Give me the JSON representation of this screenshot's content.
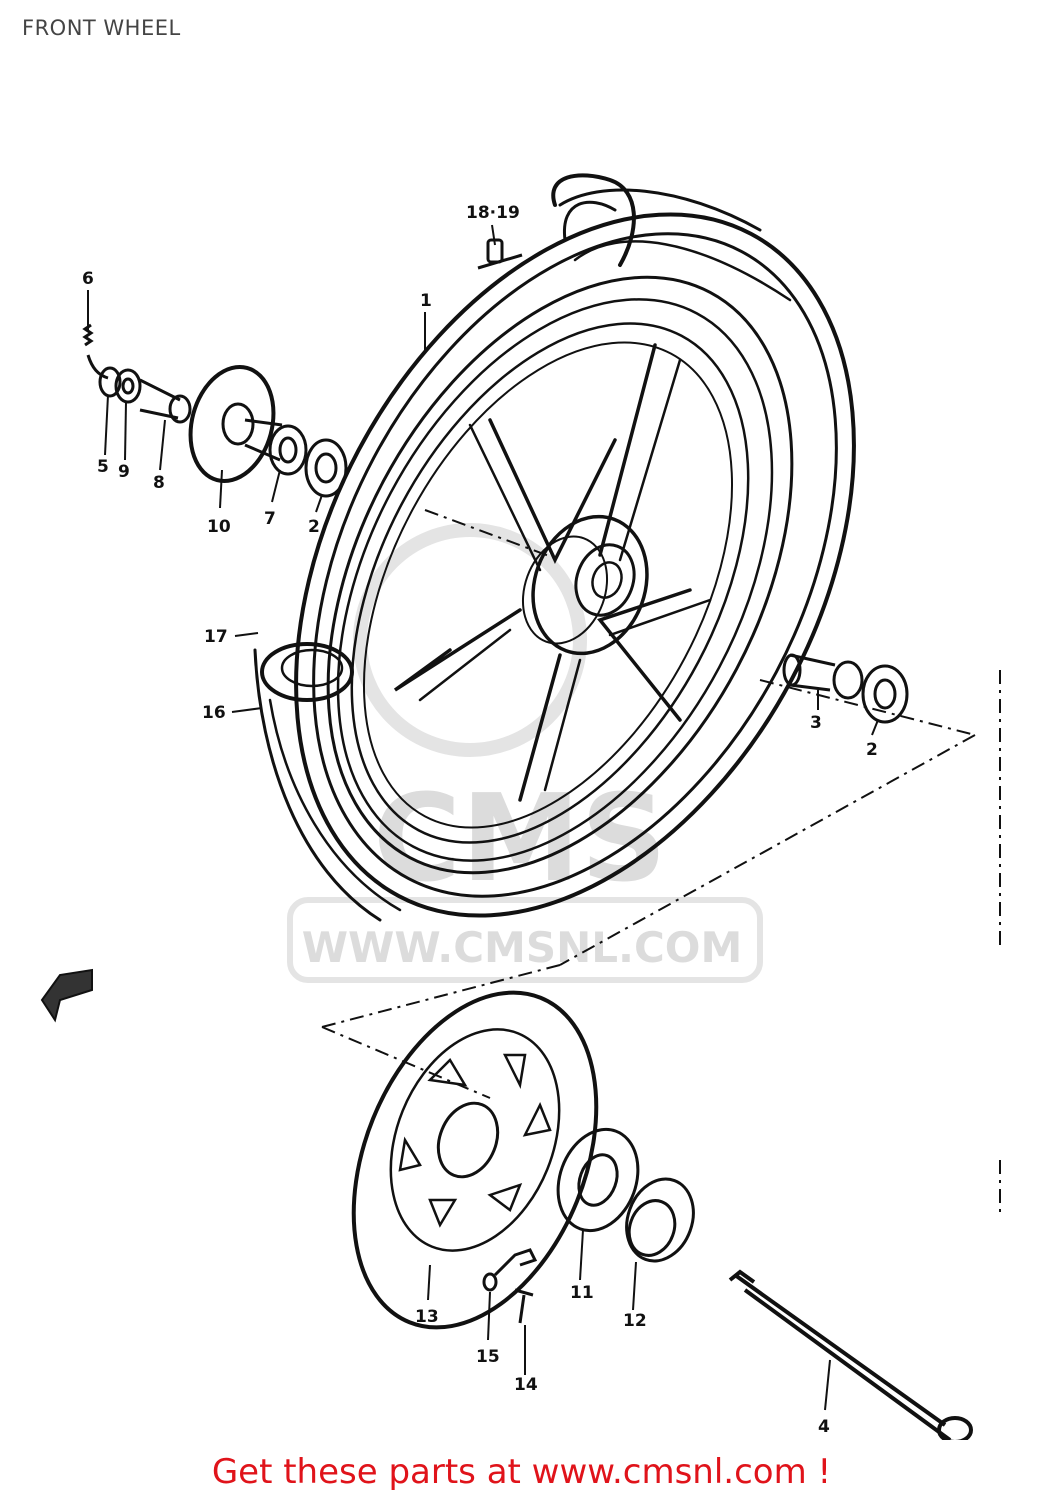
{
  "title": "FRONT WHEEL",
  "watermark": {
    "logo_text": "CMS",
    "url_text": "WWW.CMSNL.COM",
    "color": "#dcdcdc"
  },
  "callouts": {
    "p18_19": "18·19",
    "p6": "6",
    "p5": "5",
    "p9": "9",
    "p8": "8",
    "p10": "10",
    "p7": "7",
    "p2a": "2",
    "p17": "17",
    "p16": "16",
    "p1": "1",
    "p3": "3",
    "p2b": "2",
    "p13": "13",
    "p11": "11",
    "p12": "12",
    "p15": "15",
    "p14": "14",
    "p4": "4"
  },
  "footer": {
    "text": "Get these parts at www.cmsnl.com !",
    "color": "#e0131a"
  },
  "colors": {
    "line": "#111111",
    "background": "#ffffff"
  }
}
